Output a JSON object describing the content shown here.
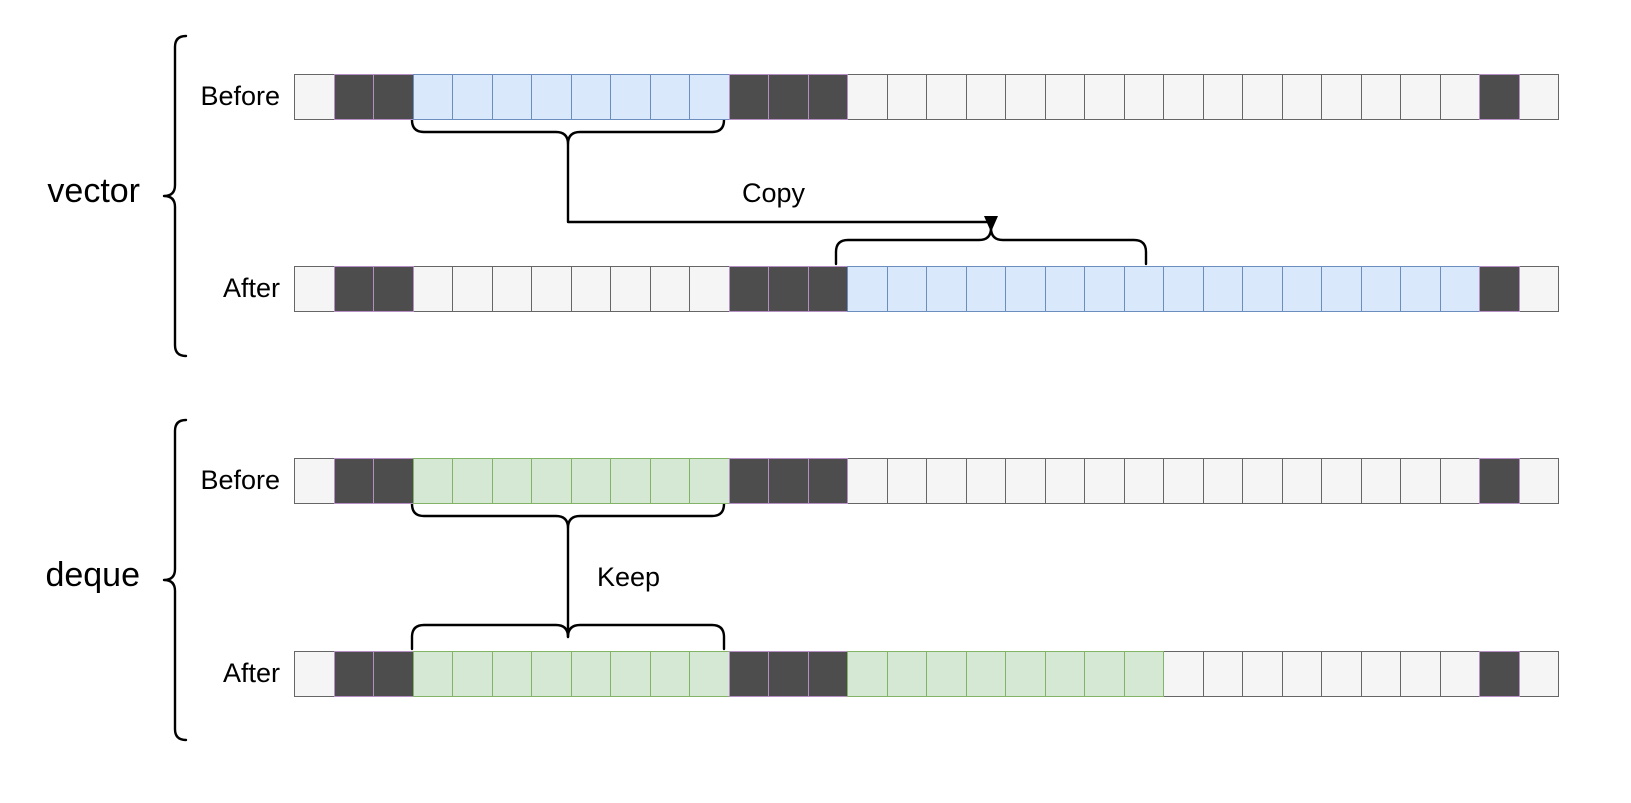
{
  "diagram": {
    "title_groups": [
      {
        "id": "vector",
        "label": "vector"
      },
      {
        "id": "deque",
        "label": "deque"
      }
    ],
    "row_labels": {
      "before": "Before",
      "after": "After"
    },
    "connector_labels": {
      "vector": "Copy",
      "deque": "Keep"
    },
    "colors": {
      "blue_fill": "#dae8fc",
      "blue_stroke": "#6c8ebf",
      "green_fill": "#d5e8d4",
      "green_stroke": "#82b366",
      "used_fill": "#4d4d4d",
      "used_stroke": "#b58fc4",
      "empty_fill": "#f5f5f5",
      "empty_stroke": "#666666",
      "line": "#000000"
    },
    "cell_count": 32,
    "legend_cell_kinds": [
      "empty",
      "used",
      "blue",
      "green"
    ],
    "rows": {
      "vector_before": [
        "empty",
        "used",
        "used",
        "blue",
        "blue",
        "blue",
        "blue",
        "blue",
        "blue",
        "blue",
        "blue",
        "used",
        "used",
        "used",
        "empty",
        "empty",
        "empty",
        "empty",
        "empty",
        "empty",
        "empty",
        "empty",
        "empty",
        "empty",
        "empty",
        "empty",
        "empty",
        "empty",
        "empty",
        "empty",
        "used",
        "empty"
      ],
      "vector_after": [
        "empty",
        "used",
        "used",
        "empty",
        "empty",
        "empty",
        "empty",
        "empty",
        "empty",
        "empty",
        "empty",
        "used",
        "used",
        "used",
        "blue",
        "blue",
        "blue",
        "blue",
        "blue",
        "blue",
        "blue",
        "blue",
        "blue",
        "blue",
        "blue",
        "blue",
        "blue",
        "blue",
        "blue",
        "blue",
        "used",
        "empty"
      ],
      "deque_before": [
        "empty",
        "used",
        "used",
        "green",
        "green",
        "green",
        "green",
        "green",
        "green",
        "green",
        "green",
        "used",
        "used",
        "used",
        "empty",
        "empty",
        "empty",
        "empty",
        "empty",
        "empty",
        "empty",
        "empty",
        "empty",
        "empty",
        "empty",
        "empty",
        "empty",
        "empty",
        "empty",
        "empty",
        "used",
        "empty"
      ],
      "deque_after": [
        "empty",
        "used",
        "used",
        "green",
        "green",
        "green",
        "green",
        "green",
        "green",
        "green",
        "green",
        "used",
        "used",
        "used",
        "green",
        "green",
        "green",
        "green",
        "green",
        "green",
        "green",
        "green",
        "empty",
        "empty",
        "empty",
        "empty",
        "empty",
        "empty",
        "empty",
        "empty",
        "used",
        "empty"
      ]
    }
  }
}
